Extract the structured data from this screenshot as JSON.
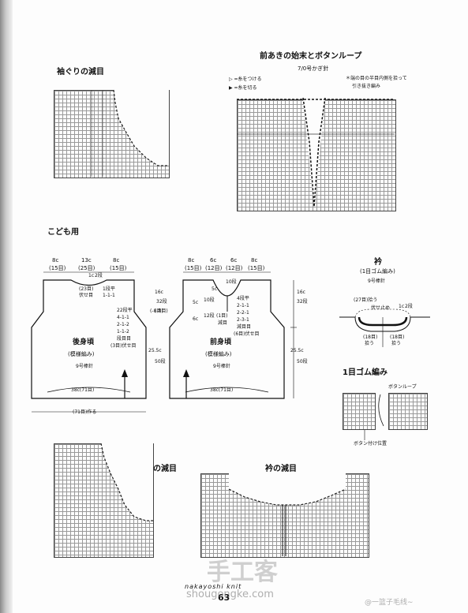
{
  "sections": {
    "armhole_top_title": "袖ぐりの減目",
    "front_opening_title": "前あきの始末とボタンループ",
    "front_opening_hook": "7/0号かぎ針",
    "legend_attach": "▷ =糸をつける",
    "legend_cut": "▶ =糸を切る",
    "note": "＊端の目の半目内側を拾って",
    "note2": "引き抜き編み",
    "kids_title": "こども用",
    "collar_title": "衿",
    "collar_sub": "(1目ゴム編み)",
    "collar_needle": "9号棒針",
    "rib_title": "1目ゴム編み",
    "button_loop": "ボタンループ",
    "button_pos": "ボタン付け位置",
    "armhole_bottom_title": "袖ぐりの減目",
    "neck_title": "衿の減目"
  },
  "back": {
    "top1": "8c",
    "top1s": "(15目)",
    "top2": "13c",
    "top2s": "(25目)",
    "top3": "8c",
    "top3s": "(15目)",
    "neck_c": "1c",
    "neck_d": "2段",
    "cast_off": "(23目)",
    "cast_off2": "伏せ目",
    "flat": "1段平",
    "dec1": "1-1-1",
    "rows22": "22段平",
    "r1": "4-1-1",
    "r2": "2-1-2",
    "r3": "1-1-2",
    "r4": "段目目",
    "r5": "(3目)伏せ目",
    "name": "後身頃",
    "pattern": "(模様編み)",
    "needle": "9号棒針",
    "left_side": "(-8目)",
    "bottom": "38c(71目)",
    "cast_on": "(71目)作る"
  },
  "front": {
    "t1": "8c",
    "t1s": "(15目)",
    "t2": "6c",
    "t2s": "(12目)",
    "t3": "6c",
    "t3s": "(12目)",
    "t4": "8c",
    "t4s": "(15目)",
    "neck10": "10段",
    "neck5c": "5c",
    "side5c": "5c",
    "side6c": "6c",
    "d10": "10段",
    "d12": "12段",
    "mid1": "(1目)",
    "mid2": "減目",
    "f1": "4段平",
    "f2": "2-1-1",
    "f3": "2-2-1",
    "f4": "2-3-1",
    "f5": "減目目",
    "f6": "(6目)伏せ目",
    "name": "前身頃",
    "pattern": "(模様編み)",
    "needle": "9号棒針",
    "left_side": "(-8目)",
    "bottom": "38c(71目)",
    "h16a": "16c",
    "h32a": "32段",
    "h255a": "25.5c",
    "h50a": "50段",
    "h16b": "16c",
    "h32b": "32段",
    "h255b": "25.5c",
    "h50b": "50段"
  },
  "collar": {
    "pick27": "(27目)拾う",
    "stop": "伏せ止め",
    "c1": "1c",
    "c2": "2段",
    "pick18a": "(18目)",
    "pick18a2": "拾う",
    "pick18b": "(18目)",
    "pick18b2": "拾う"
  },
  "footer": {
    "brand": "nakayoshi knit",
    "page_no": "63",
    "wm_cn": "手工客",
    "wm_url": "shougongke.com",
    "wm_weibo": "@一篮子毛线∼"
  }
}
